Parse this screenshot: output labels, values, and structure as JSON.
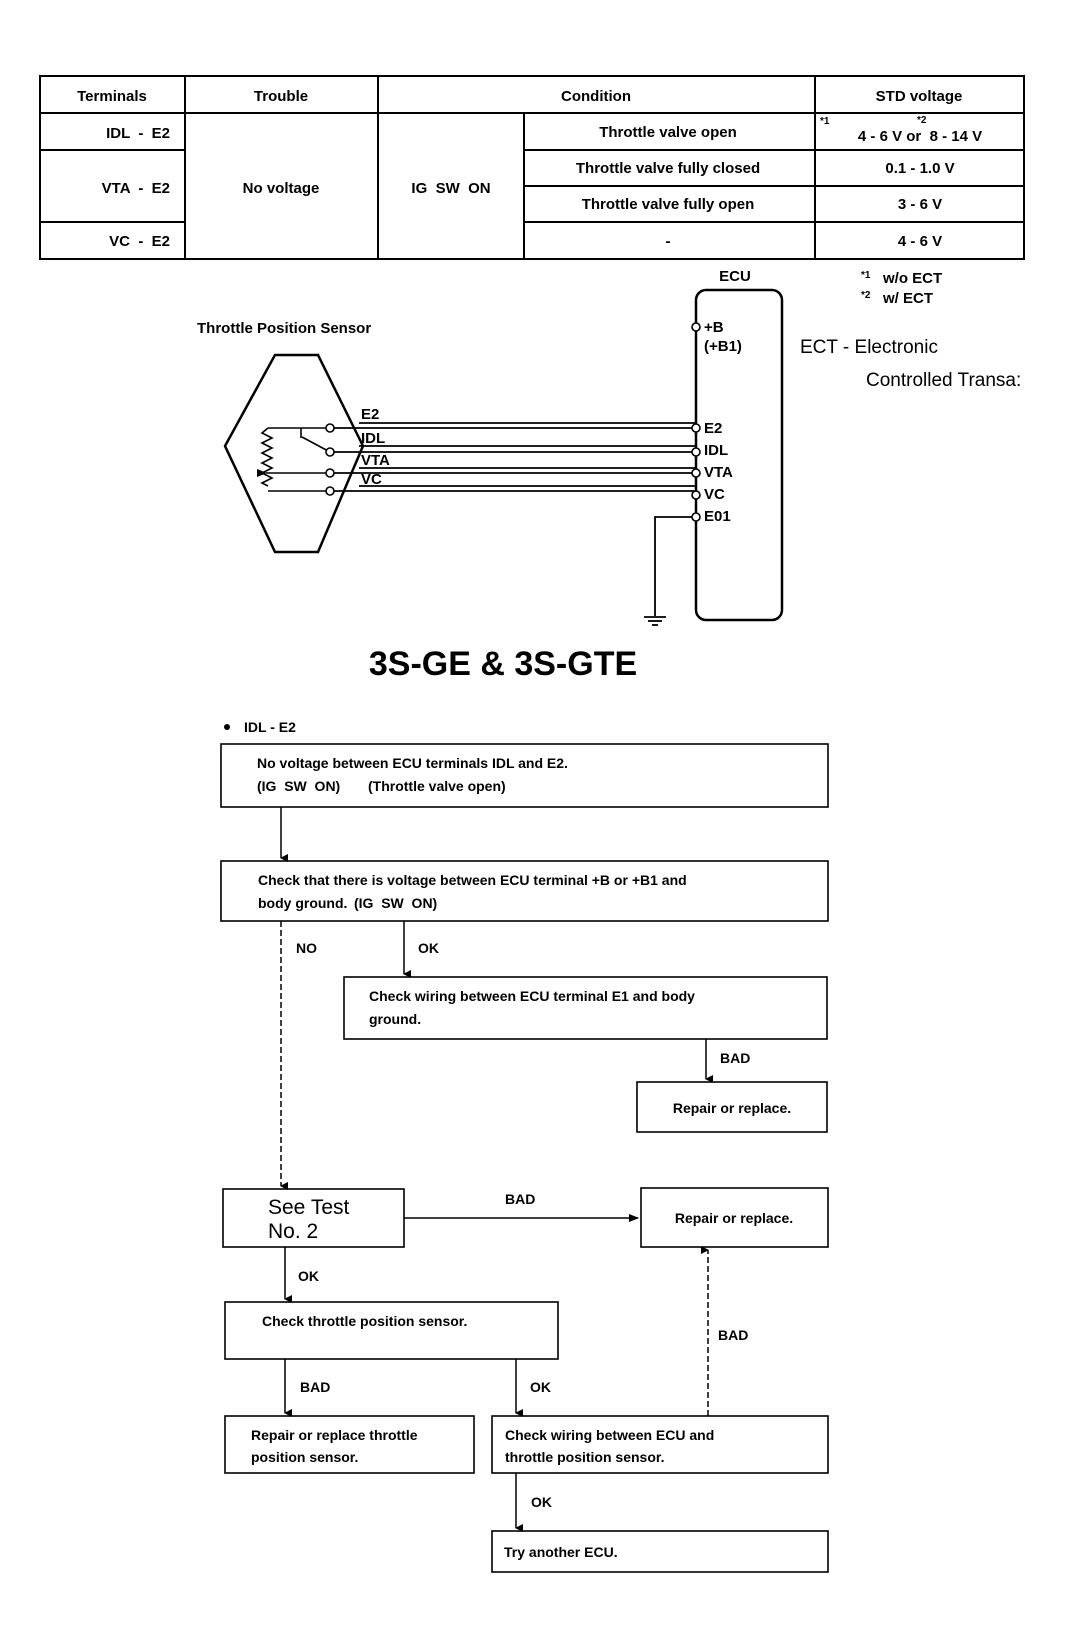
{
  "table": {
    "headers": {
      "terminals": "Terminals",
      "trouble": "Trouble",
      "condition": "Condition",
      "std_voltage": "STD voltage"
    },
    "rows": [
      {
        "terminals": "IDL  -  E2",
        "condition": "Throttle valve open",
        "voltage": "4 - 6 V or  8 - 14 V",
        "mark1": "*1",
        "mark2": "*2"
      },
      {
        "terminals": "VTA  -  E2",
        "condition": "Throttle valve fully closed",
        "voltage": "0.1 - 1.0 V"
      },
      {
        "condition": "Throttle valve fully open",
        "voltage": "3 - 6 V"
      },
      {
        "terminals": "VC  -  E2",
        "condition": "-",
        "voltage": "4 - 6 V"
      }
    ],
    "trouble": "No voltage",
    "ig": "IG  SW  ON"
  },
  "footnotes": {
    "f1_mark": "*1",
    "f1": "w/o ECT",
    "f2_mark": "*2",
    "f2": "w/ ECT"
  },
  "diagram": {
    "ecu_label": "ECU",
    "sensor_label": "Throttle Position Sensor",
    "ecu_pins": [
      "+B",
      "(+B1)",
      "E2",
      "IDL",
      "VTA",
      "VC",
      "E01"
    ],
    "sensor_pins": [
      "E2",
      "IDL",
      "VTA",
      "VC"
    ],
    "ect_line1": "ECT - Electronic",
    "ect_line2": "Controlled Transa:"
  },
  "engine_title": "3S-GE & 3S-GTE",
  "flow": {
    "heading": "IDL - E2",
    "box1_line1": "No voltage between ECU terminals IDL and E2.",
    "box1_line2a": "(IG  SW  ON)",
    "box1_line2b": "(Throttle valve open)",
    "box2_line1": "Check that there is voltage between ECU terminal +B or +B1 and",
    "box2_line2a": "body ground.",
    "box2_line2b": "(IG  SW  ON)",
    "no_label": "NO",
    "ok_label": "OK",
    "box3_line1": "Check wiring between ECU terminal E1 and body",
    "box3_line2": "ground.",
    "bad_label": "BAD",
    "repair1": "Repair or replace.",
    "see_test_line1": "See Test",
    "see_test_line2": "No. 2",
    "bad_label2": "BAD",
    "repair2": "Repair or replace.",
    "ok_label2": "OK",
    "check_tps": "Check throttle position sensor.",
    "bad_label3": "BAD",
    "ok_label3": "OK",
    "bad_label4": "BAD",
    "repair_tps_line1": "Repair or replace throttle",
    "repair_tps_line2": "position sensor.",
    "check_wiring_line1": "Check wiring between ECU and",
    "check_wiring_line2": "throttle position sensor.",
    "ok_label4": "OK",
    "try_ecu": "Try another ECU."
  }
}
